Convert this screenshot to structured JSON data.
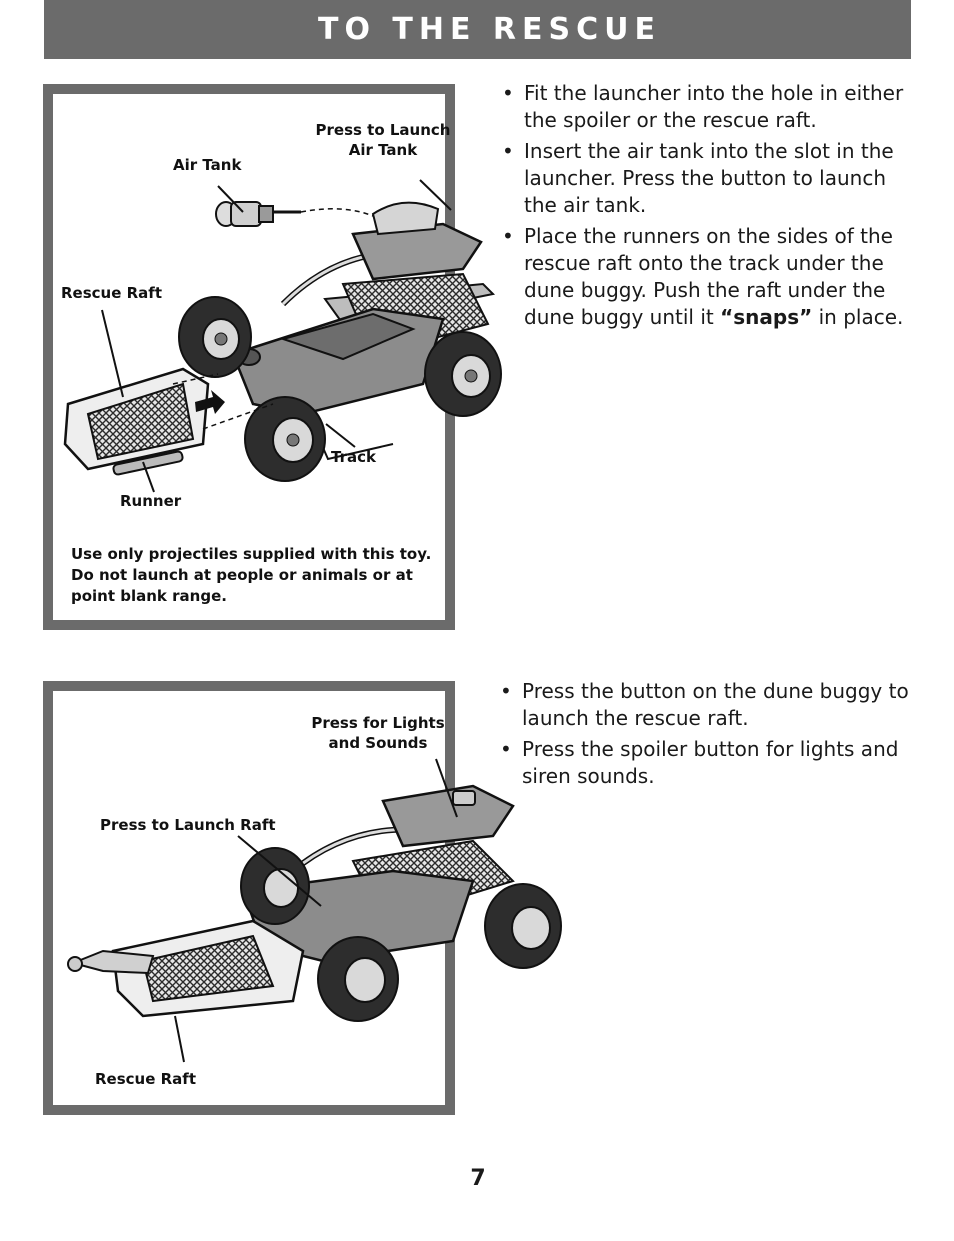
{
  "header": {
    "title": "TO THE RESCUE",
    "bg_color": "#6b6b6b"
  },
  "figure1": {
    "callouts": {
      "press_launch_air_tank": "Press to Launch\nAir Tank",
      "air_tank": "Air Tank",
      "rescue_raft": "Rescue Raft",
      "track": "Track",
      "runner": "Runner"
    },
    "warning": "Use only projectiles supplied with this toy. Do not launch at people or animals or at point blank range."
  },
  "instructions1": [
    {
      "pre": "Fit the launcher into the hole in either the spoiler or the rescue raft.",
      "bold": "",
      "post": ""
    },
    {
      "pre": "Insert the air tank into the slot in the launcher. Press the button to launch the air tank.",
      "bold": "",
      "post": ""
    },
    {
      "pre": "Place the runners on the sides of the rescue raft onto the track under the dune buggy. Push the raft under the dune buggy until it ",
      "bold": "“snaps”",
      "post": " in place."
    }
  ],
  "figure2": {
    "callouts": {
      "press_lights_sounds": "Press for Lights\nand Sounds",
      "press_launch_raft": "Press to Launch Raft",
      "rescue_raft": "Rescue Raft"
    }
  },
  "instructions2": [
    {
      "text": "Press the button on the dune buggy to launch the rescue raft."
    },
    {
      "text": "Press the spoiler button for lights and siren sounds."
    }
  ],
  "bullet_glyph": "•",
  "page_number": "7"
}
